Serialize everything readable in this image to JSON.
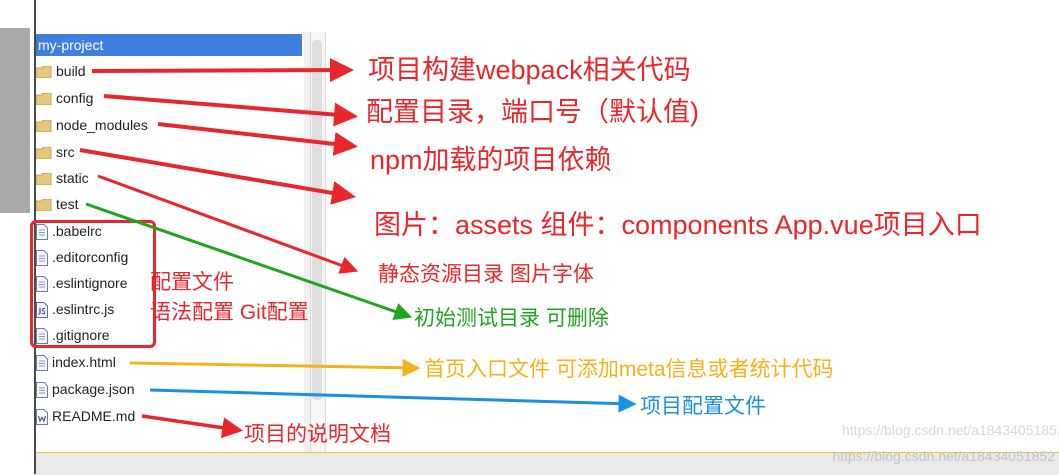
{
  "tree": {
    "project": "my-project",
    "folders": [
      {
        "name": "build"
      },
      {
        "name": "config"
      },
      {
        "name": "node_modules"
      },
      {
        "name": "src"
      },
      {
        "name": "static"
      },
      {
        "name": "test"
      }
    ],
    "files": [
      {
        "name": ".babelrc",
        "icon": "doc-icon"
      },
      {
        "name": ".editorconfig",
        "icon": "doc-icon"
      },
      {
        "name": ".eslintignore",
        "icon": "doc-icon"
      },
      {
        "name": ".eslintrc.js",
        "icon": "js-icon"
      },
      {
        "name": ".gitignore",
        "icon": "doc-icon"
      },
      {
        "name": "index.html",
        "icon": "doc-icon"
      },
      {
        "name": "package.json",
        "icon": "doc-icon"
      },
      {
        "name": "README.md",
        "icon": "word-icon"
      }
    ]
  },
  "annotations": {
    "build": "项目构建webpack相关代码",
    "config": "配置目录，端口号（默认值)",
    "node_modules": "npm加载的项目依赖",
    "src": "图片：assets   组件：components   App.vue项目入口",
    "static": "静态资源目录 图片字体",
    "test": "初始测试目录 可删除",
    "config_files_line1": "配置文件",
    "config_files_line2": "语法配置 Git配置",
    "index": "首页入口文件  可添加meta信息或者统计代码",
    "package": "项目配置文件",
    "readme": "项目的说明文档"
  },
  "colors": {
    "red": "#e8262b",
    "green": "#1fa51f",
    "orange": "#f3b21a",
    "blue": "#1a8fe6",
    "header": "#3f7fe0"
  },
  "watermark": "https://blog.csdn.net/a18434051852"
}
